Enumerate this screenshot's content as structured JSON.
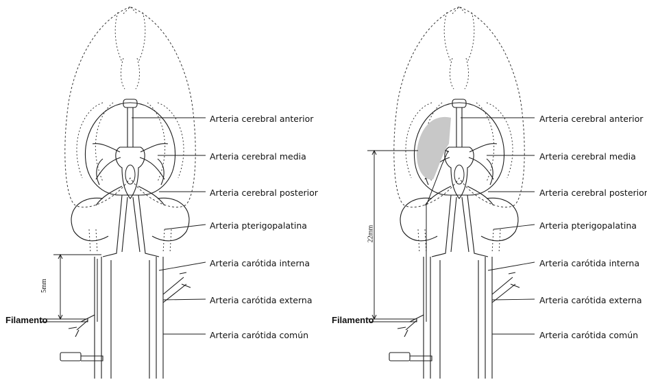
{
  "panels": [
    {
      "labels": [
        "Arteria cerebral anterior",
        "Arteria cerebral media",
        "Arteria cerebral posterior",
        "Arteria pterigopalatina",
        "Arteria carótida interna",
        "Arteria carótida externa",
        "Arteria carótida común"
      ],
      "filament_label": "Filamento",
      "measurement": "5mm",
      "infarct_shaded": false
    },
    {
      "labels": [
        "Arteria cerebral anterior",
        "Arteria cerebral media",
        "Arteria cerebral posterior",
        "Arteria pterigopalatina",
        "Arteria carótida interna",
        "Arteria carótida externa",
        "Arteria carótida común"
      ],
      "filament_label": "Filamento",
      "measurement": "22mm",
      "infarct_shaded": true
    }
  ],
  "colors": {
    "line": "#1a1a1a",
    "dashed": "#333333",
    "infarct": "#c8c8c8",
    "background": "#ffffff"
  }
}
